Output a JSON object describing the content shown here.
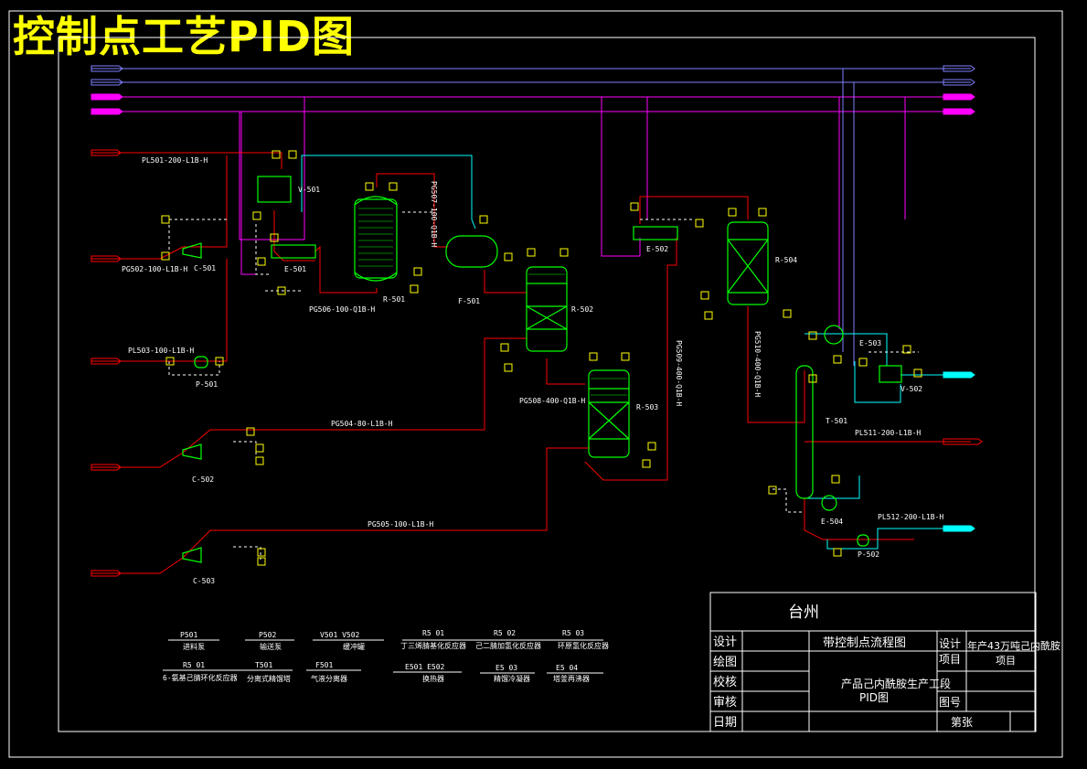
{
  "title": "控制点工艺PID图",
  "utility_lines": {
    "left_tags": [
      "",
      "",
      "",
      ""
    ],
    "right_tags": [
      "",
      "",
      "",
      ""
    ]
  },
  "line_labels": {
    "pl501": "PL501-200-L1B-H",
    "pg502": "PG502-100-L1B-H",
    "pl503": "PL503-100-L1B-H",
    "pg506": "PG506-100-Q1B-H",
    "pg507": "PG507-100-Q1B-H",
    "pg508": "PG508-400-Q1B-H",
    "pg509": "PG509-400-Q1B-H",
    "pg510": "PG510-400-Q1B-H",
    "pg504": "PG504-80-L1B-H",
    "pg505": "PG505-100-L1B-H",
    "pl511": "PL511-200-L1B-H",
    "pl512": "PL512-200-L1B-H"
  },
  "equipment_tags": {
    "v501": "V-501",
    "e501": "E-501",
    "c501": "C-501",
    "p501": "P-501",
    "r501": "R-501",
    "f501": "F-501",
    "e502": "E-502",
    "r502": "R-502",
    "r503": "R-503",
    "r504": "R-504",
    "e503": "E-503",
    "v502": "V-502",
    "t501": "T-501",
    "e504": "E-504",
    "p502": "P-502",
    "c502": "C-502",
    "c503": "C-503"
  },
  "legend": {
    "row1": [
      {
        "code": "P501",
        "name": "进料泵"
      },
      {
        "code": "P502",
        "name": "输送泵"
      },
      {
        "code": "V501  V502",
        "name": "缓冲罐"
      },
      {
        "code": "R5 01",
        "name": "丁三烯腈基化反应器"
      },
      {
        "code": "R5 02",
        "name": "己二腈加氢化反应器"
      },
      {
        "code": "R5 03",
        "name": "环原氢化反应器"
      }
    ],
    "row2": [
      {
        "code": "R5 01",
        "name": "6-氨基己腈环化反应器"
      },
      {
        "code": "T501",
        "name": "分离式精馏塔"
      },
      {
        "code": "F501",
        "name": "气液分离器"
      },
      {
        "code": "E501   E502",
        "name": "换热器"
      },
      {
        "code": "E5 03",
        "name": "精馏冷凝器"
      },
      {
        "code": "E5 04",
        "name": "塔釜再沸器"
      }
    ]
  },
  "title_block": {
    "company": "台州",
    "drawing_name": "带控制点流程图",
    "project_label": "设计项目",
    "project_value": "年产43万吨己内酰胺项目",
    "product_line1": "产品己内酰胺生产工段",
    "product_line2": "PID图",
    "rows": [
      "设计",
      "绘图",
      "校核",
      "审核",
      "日期"
    ],
    "drawing_no_label": "图号",
    "sheet_label": "第张"
  },
  "colors": {
    "background": "#000000",
    "title": "#ffff00",
    "process_line": "#ff0000",
    "steam_line": "#ff00ff",
    "water_line": "#00ffff",
    "utility_line": "#8080ff",
    "equipment": "#00ff00",
    "instrument": "#ffff00",
    "text": "#ffffff"
  }
}
